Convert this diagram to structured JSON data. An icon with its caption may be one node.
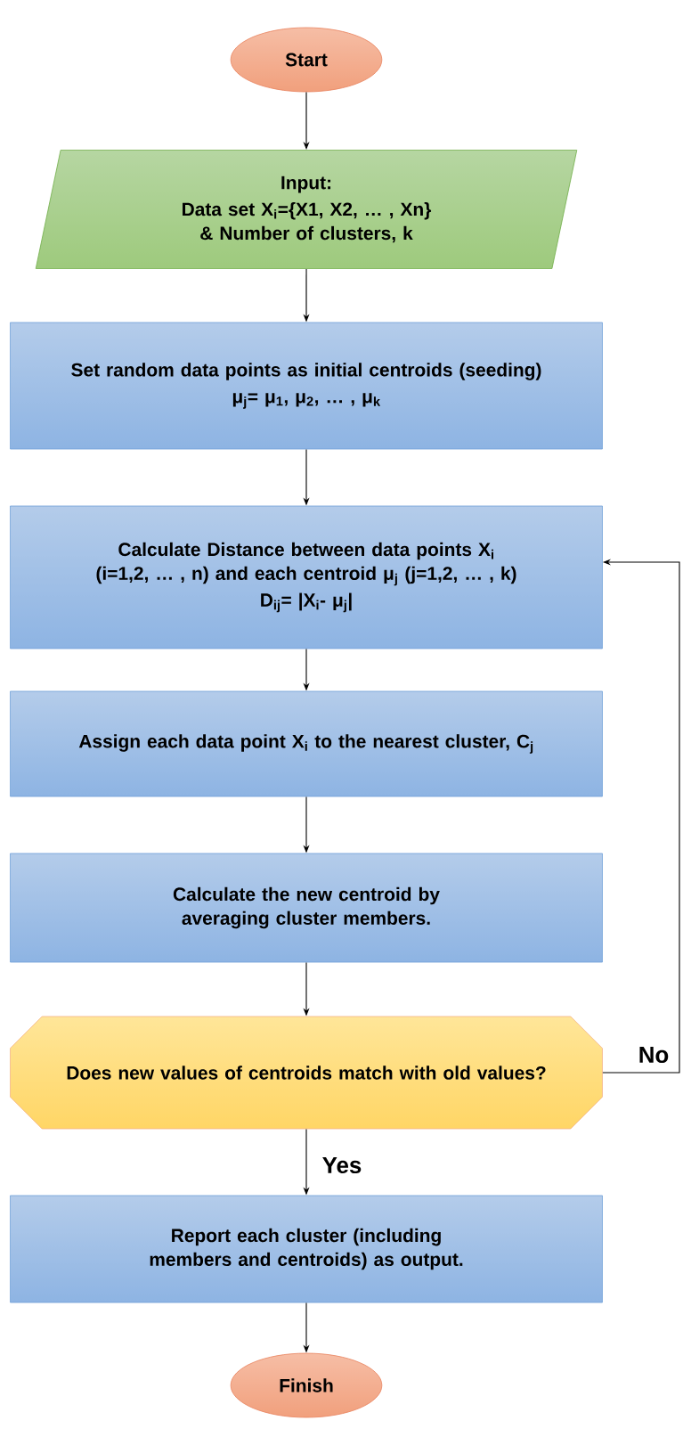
{
  "diagram": {
    "nodes": [
      {
        "text": [
          "Start"
        ]
      },
      {
        "text": [
          "Input:",
          "Data set X$_{i}$={X1, X2, … , Xn} & Number of clusters, k"
        ]
      },
      {
        "text": [
          "Set random data points as initial centroids (seeding)",
          "μ$_{j}$= μ$_{1}$, μ$_{2}$, … , μ$_{k}$"
        ]
      },
      {
        "text": [
          "Calculate Distance between data points X$_{i}$ (i=1,2, … , n) and each centroid μ$_{j}$ (j=1,2, … , k)",
          "D$_{ij}$= |X$_{i}$- μ$_{j}$|"
        ]
      },
      {
        "text": [
          "Assign each data point X$_{i}$ to the nearest cluster, C$_{j}$"
        ]
      },
      {
        "text": [
          "Calculate the new centroid by averaging cluster members."
        ]
      },
      {
        "text": [
          "Does new values of centroids match with old values?"
        ]
      },
      {
        "text": [
          "Report each cluster (including members and centroids) as output."
        ]
      },
      {
        "text": [
          "Finish"
        ]
      }
    ],
    "edges": [
      {
        "from": 0,
        "to": 1,
        "arrow": "to"
      },
      {
        "from": 1,
        "to": 2,
        "arrow": "to"
      },
      {
        "from": 2,
        "to": 3,
        "arrow": "to"
      },
      {
        "from": 3,
        "to": 4,
        "arrow": "to"
      },
      {
        "from": 4,
        "to": 5,
        "arrow": "to"
      },
      {
        "from": 5,
        "to": 6,
        "arrow": "to"
      },
      {
        "from": 6,
        "to": 3,
        "arrow": "to",
        "label": "No"
      },
      {
        "from": 6,
        "to": 7,
        "arrow": "to",
        "label": "Yes"
      },
      {
        "from": 7,
        "to": 8,
        "arrow": "to"
      }
    ]
  }
}
